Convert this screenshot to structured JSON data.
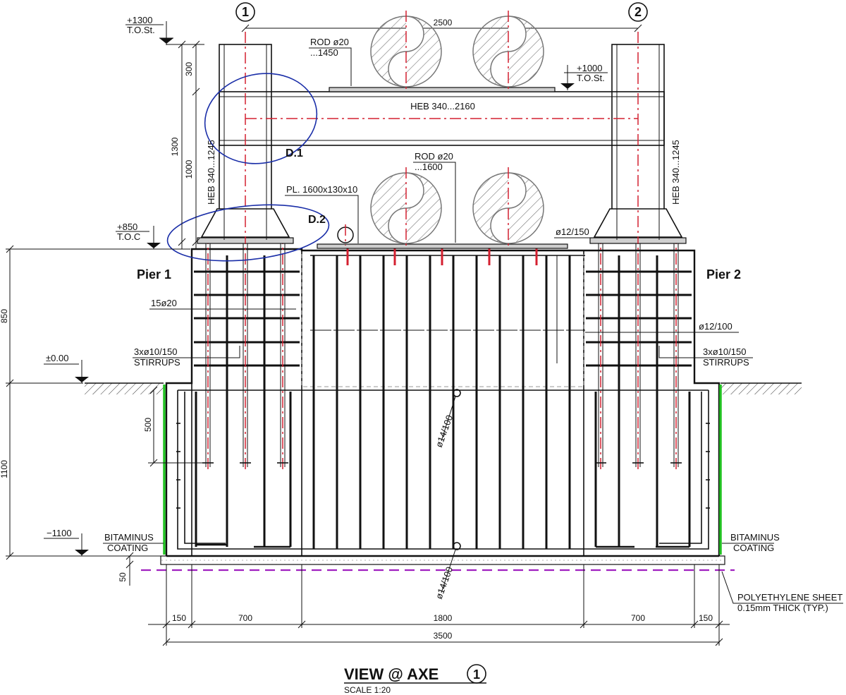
{
  "axes": {
    "left": "1",
    "right": "2"
  },
  "levels": {
    "top_steel_1": {
      "value": "+1300",
      "ref": "T.O.St."
    },
    "top_steel_2": {
      "value": "+1000",
      "ref": "T.O.St."
    },
    "top_concrete": {
      "value": "+850",
      "ref": "T.O.C"
    },
    "ground": {
      "value": "±0.00"
    },
    "bottom": {
      "value": "−1100"
    }
  },
  "dims": {
    "axis_spacing": "2500",
    "d300": "300",
    "d1300": "1300",
    "d1000": "1000",
    "d850": "850",
    "d1100": "1100",
    "d500": "500",
    "d50": "50",
    "b150_left": "150",
    "b700_left": "700",
    "b1800": "1800",
    "b700_right": "700",
    "b150_right": "150",
    "b3500": "3500"
  },
  "labels": {
    "rod_top": [
      "ROD ø20",
      "...1450"
    ],
    "beam": "HEB 340...2160",
    "col_left": "HEB 340...1245",
    "col_right": "HEB 340...1245",
    "rod_bottom": [
      "ROD ø20",
      "...1600"
    ],
    "plate": "PL. 1600x130x10",
    "detail1": "D.1",
    "detail2": "D.2",
    "pier1": "Pier 1",
    "pier2": "Pier 2",
    "rebar_main": "15ø20",
    "stirrups_left": [
      "3xø10/150",
      "STIRRUPS"
    ],
    "stirrups_right": [
      "3xø10/150",
      "STIRRUPS"
    ],
    "rebar_12_150": "ø12/150",
    "rebar_12_100": "ø12/100",
    "rebar_14_100_a": "ø14/100",
    "rebar_14_100_b": "ø14/100",
    "coating_left": [
      "BITAMINUS",
      "COATING"
    ],
    "coating_right": [
      "BITAMINUS",
      "COATING"
    ],
    "poly_sheet": [
      "POLYETHYLENE SHEET",
      "0.15mm THICK (TYP.)"
    ]
  },
  "title": {
    "main": "VIEW @ AXE",
    "axis": "1",
    "scale": "SCALE 1:20"
  },
  "colors": {
    "axis_line": "#d42030",
    "poly_line": "#a020c0",
    "coating": "#22c222",
    "detail_ellipse": "#1a2ea8"
  }
}
